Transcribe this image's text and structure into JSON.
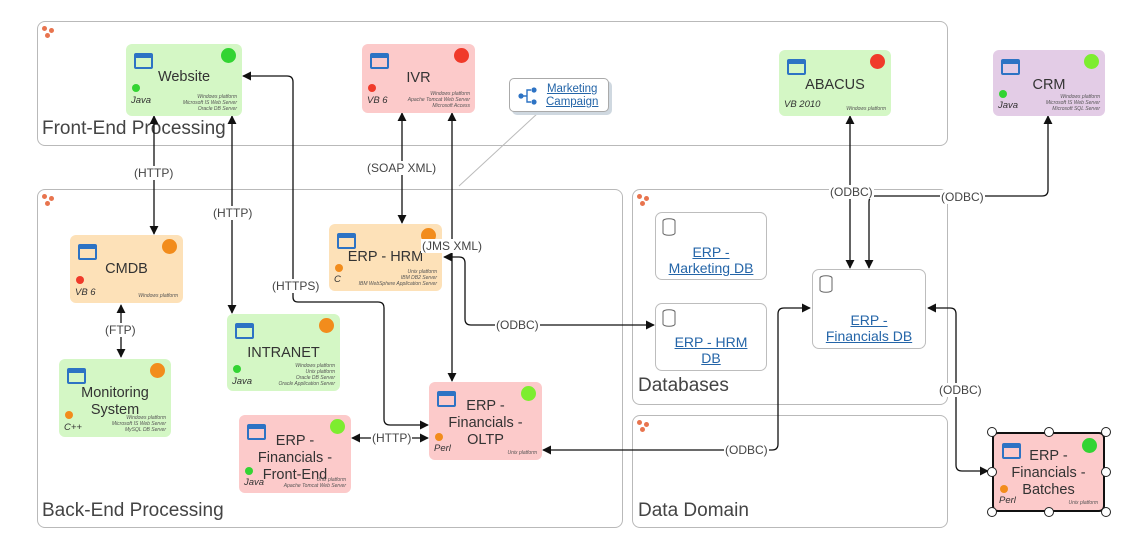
{
  "groups": {
    "front_end": "Front-End Processing",
    "back_end": "Back-End Processing",
    "databases": "Databases",
    "data_domain": "Data Domain"
  },
  "nodes": {
    "website": {
      "title": "Website",
      "lang": "Java",
      "platform": [
        "Windows platform",
        "Microsoft IS Web Server",
        "Oracle DB Server"
      ],
      "status_color": "#33d433"
    },
    "ivr": {
      "title": "IVR",
      "lang": "VB 6",
      "platform": [
        "Windows platform",
        "Apache Tomcat Web Server",
        "Microsoft Access"
      ],
      "status_color": "#f03a2a"
    },
    "abacus": {
      "title": "ABACUS",
      "lang": "VB 2010",
      "platform": [
        "Windows platform"
      ],
      "status_color": "#f03a2a"
    },
    "crm": {
      "title": "CRM",
      "lang": "Java",
      "platform": [
        "Windows platform",
        "Microsoft IS Web Server",
        "Microsoft SQL Server"
      ],
      "status_color": "#7ded2f"
    },
    "cmdb": {
      "title": "CMDB",
      "lang": "VB 6",
      "platform": [
        "Windows platform"
      ],
      "status_color": "#f28c1c"
    },
    "erp_hrm": {
      "title": "ERP - HRM",
      "lang": "C",
      "platform": [
        "Unix platform",
        "IBM DB2 Server",
        "IBM WebSphere Application Server"
      ],
      "status_color": "#f28c1c"
    },
    "intranet": {
      "title": "INTRANET",
      "lang": "Java",
      "platform": [
        "Windows platform",
        "Unix platform",
        "Oracle DB Server",
        "Oracle Application Server"
      ],
      "status_color": "#f28c1c"
    },
    "monitoring": {
      "title_line1": "Monitoring",
      "title_line2": "System",
      "lang": "C++",
      "platform": [
        "Windows platform",
        "Microsoft IS Web Server",
        "MySQL DB Server"
      ],
      "status_color": "#f28c1c"
    },
    "erp_oltp": {
      "title_line1": "ERP -",
      "title_line2": "Financials -",
      "title_line3": "OLTP",
      "lang": "Perl",
      "platform": [
        "Unix platform"
      ],
      "status_color": "#7ded2f"
    },
    "erp_frontend": {
      "title_line1": "ERP -",
      "title_line2": "Financials -",
      "title_line3": "Front-End",
      "lang": "Java",
      "platform": [
        "Unix platform",
        "Apache Tomcat Web Server"
      ],
      "status_color": "#7ded2f"
    },
    "erp_batches": {
      "title_line1": "ERP -",
      "title_line2": "Financials -",
      "title_line3": "Batches",
      "lang": "Perl",
      "platform": [
        "Unix platform"
      ],
      "status_color": "#33d433"
    }
  },
  "databases": {
    "marketing_db": {
      "line1": "ERP -",
      "line2": "Marketing DB"
    },
    "hrm_db": {
      "line1": "ERP - HRM",
      "line2": "DB"
    },
    "financials_db": {
      "line1": "ERP -",
      "line2": "Financials DB"
    }
  },
  "marketing_campaign": {
    "line1": "Marketing",
    "line2": "Campaign"
  },
  "edge_labels": {
    "http_website_cmdb": "(HTTP)",
    "http_website_intranet": "(HTTP)",
    "https": "(HTTPS)",
    "soap": "(SOAP XML)",
    "jms": "(JMS XML)",
    "ftp": "(FTP)",
    "odbc_hrm": "(ODBC)",
    "odbc_abacus": "(ODBC)",
    "odbc_crm": "(ODBC)",
    "odbc_oltp": "(ODBC)",
    "odbc_batches": "(ODBC)",
    "http_frontend": "(HTTP)"
  }
}
